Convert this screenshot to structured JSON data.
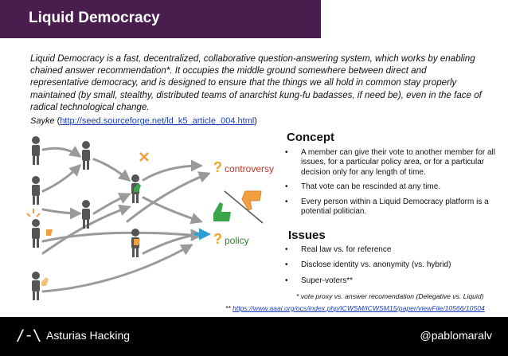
{
  "header": {
    "title": "Liquid Democracy"
  },
  "quote": {
    "text": "Liquid Democracy is a fast, decentralized, collaborative question-answering system, which works by enabling chained answer recommendation*. It occupies the middle ground somewhere between direct and representative democracy, and is designed to ensure that the things we all hold in common stay properly maintained (by small, stealthy, distributed teams of anarchist kung-fu badasses, if need be), even in the face of radical technological change."
  },
  "attribution": {
    "author": "Sayke",
    "open_paren": "(",
    "url": "http://seed.sourceforge.net/ld_k5_article_004.html",
    "close_paren": ")"
  },
  "diagram": {
    "labels": {
      "controversy": "controversy",
      "policy": "policy",
      "question_mark": "?"
    },
    "colors": {
      "person": "#555555",
      "arrow": "#9a9a9a",
      "question_mark": "#f2a11c",
      "controversy_text": "#c0392b",
      "policy_text": "#2e7d32",
      "thumb_up": "#3aa64a",
      "thumb_down": "#f0a040",
      "policy_arrow": "#2a9fd6"
    }
  },
  "concept": {
    "heading": "Concept",
    "bullet_symbol": "•",
    "items": [
      "A member can give their vote to another member for all issues, for a particular policy area, or for a particular decision only for any length of time.",
      "That vote can be rescinded at any time.",
      "Every person within a Liquid Democracy platform is a potential politician."
    ]
  },
  "issues": {
    "heading": "Issues",
    "bullet_symbol": "•",
    "items": [
      "Real law vs. for reference",
      "Disclose identity vs. anonymity (vs. hybrid)",
      "Super-voters**"
    ]
  },
  "footnotes": {
    "note1": "* vote proxy vs. answer recomendation (Delegative vs. Liquid)",
    "note2_prefix": "** ",
    "note2_url": "https://www.aaai.org/ocs/index.php/ICWSM/ICWSM15/paper/viewFile/10566/10504"
  },
  "footer": {
    "logo": "/-\\",
    "left": "Asturias Hacking",
    "right": "@pablomaralv"
  }
}
